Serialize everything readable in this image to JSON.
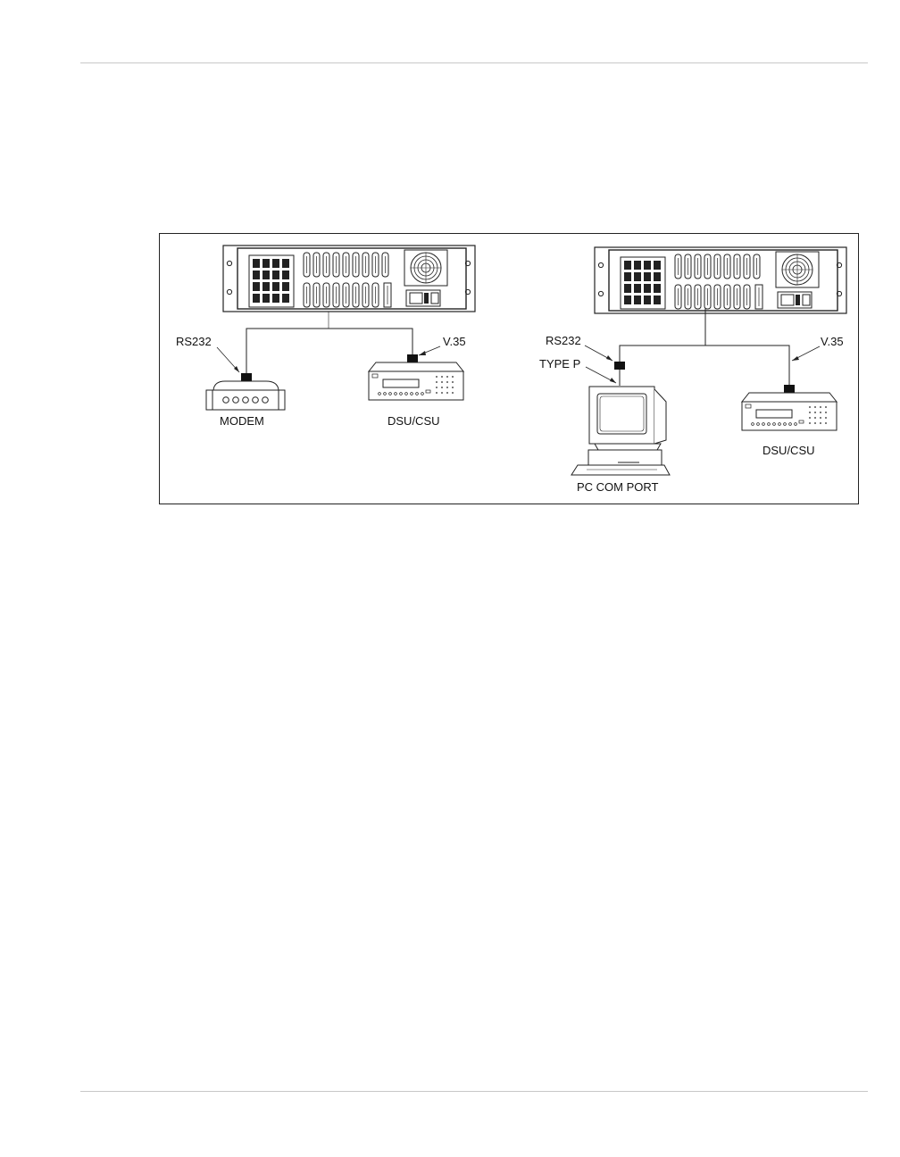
{
  "labels": {
    "left_rs232": "RS232",
    "left_v35": "V.35",
    "modem": "MODEM",
    "left_dsu": "DSU/CSU",
    "right_rs232": "RS232",
    "type_p": "TYPE P",
    "right_v35": "V.35",
    "right_dsu": "DSU/CSU",
    "pc": "PC COM PORT"
  }
}
